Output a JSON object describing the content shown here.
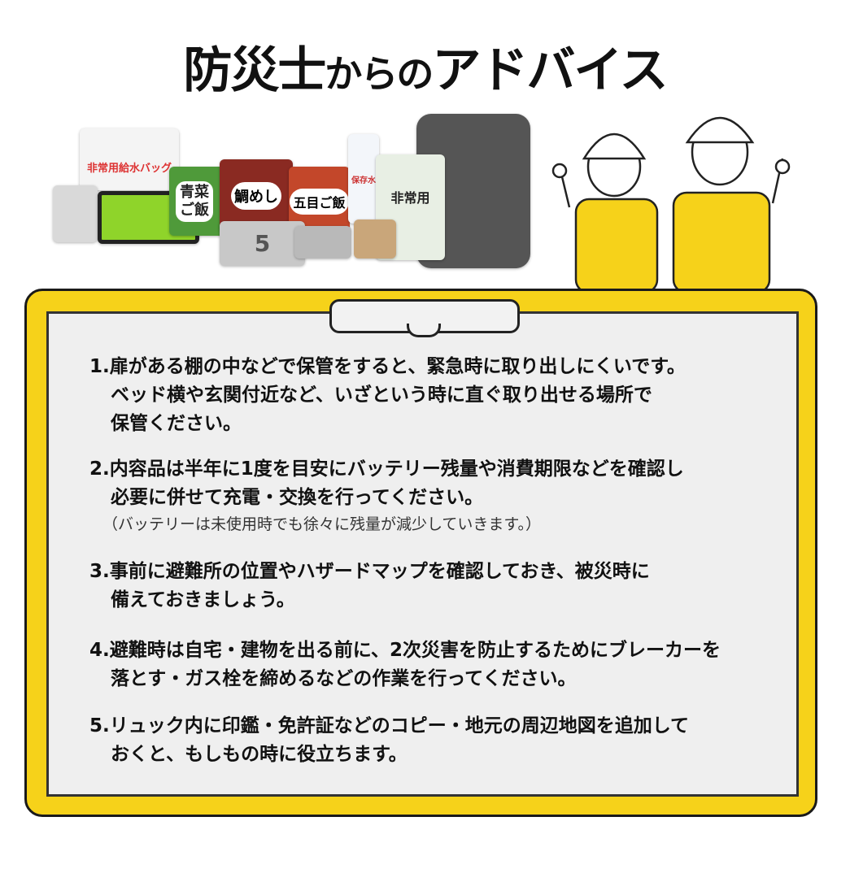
{
  "title": {
    "main": "防災士",
    "small": "からの",
    "tail": "アドバイス"
  },
  "products": [
    {
      "label": "非常用給水バッグ",
      "color": "#f4f4f4"
    },
    {
      "label": "",
      "color": "#d9d9d9"
    },
    {
      "label": "",
      "color": "#8fd42a"
    },
    {
      "label": "青菜ご飯",
      "color": "#4f9a3a"
    },
    {
      "label": "鯛めし",
      "color": "#8a2a22"
    },
    {
      "label": "五目ご飯",
      "color": "#c3472a"
    },
    {
      "label": "保存水",
      "color": "#f3f6fa"
    },
    {
      "label": "非常用",
      "color": "#e8efe4"
    },
    {
      "label": "5",
      "color": "#c8c8c8"
    },
    {
      "label": "",
      "color": "#b9b9b9"
    },
    {
      "label": "",
      "color": "#c9a67a"
    },
    {
      "label": "",
      "color": "#555"
    }
  ],
  "colors": {
    "board": "#f6d21a",
    "panel": "#efefef",
    "shirt": "#f6d21a"
  },
  "advice": [
    {
      "lines": [
        "1.扉がある棚の中などで保管をすると、緊急時に取り出しにくいです。",
        "ベッド横や玄関付近など、いざという時に直ぐ取り出せる場所で",
        "保管ください。"
      ]
    },
    {
      "lines": [
        "2.内容品は半年に1度を目安にバッテリー残量や消費期限などを確認し",
        "必要に併せて充電・交換を行ってください。"
      ],
      "note": "（バッテリーは未使用時でも徐々に残量が減少していきます。）"
    },
    {
      "lines": [
        "3.事前に避難所の位置やハザードマップを確認しておき、被災時に",
        "備えておきましょう。"
      ]
    },
    {
      "lines": [
        "4.避難時は自宅・建物を出る前に、2次災害を防止するためにブレーカーを",
        "落とす・ガス栓を締めるなどの作業を行ってください。"
      ]
    },
    {
      "lines": [
        "5.リュック内に印鑑・免許証などのコピー・地元の周辺地図を追加して",
        "おくと、もしもの時に役立ちます。"
      ]
    }
  ]
}
